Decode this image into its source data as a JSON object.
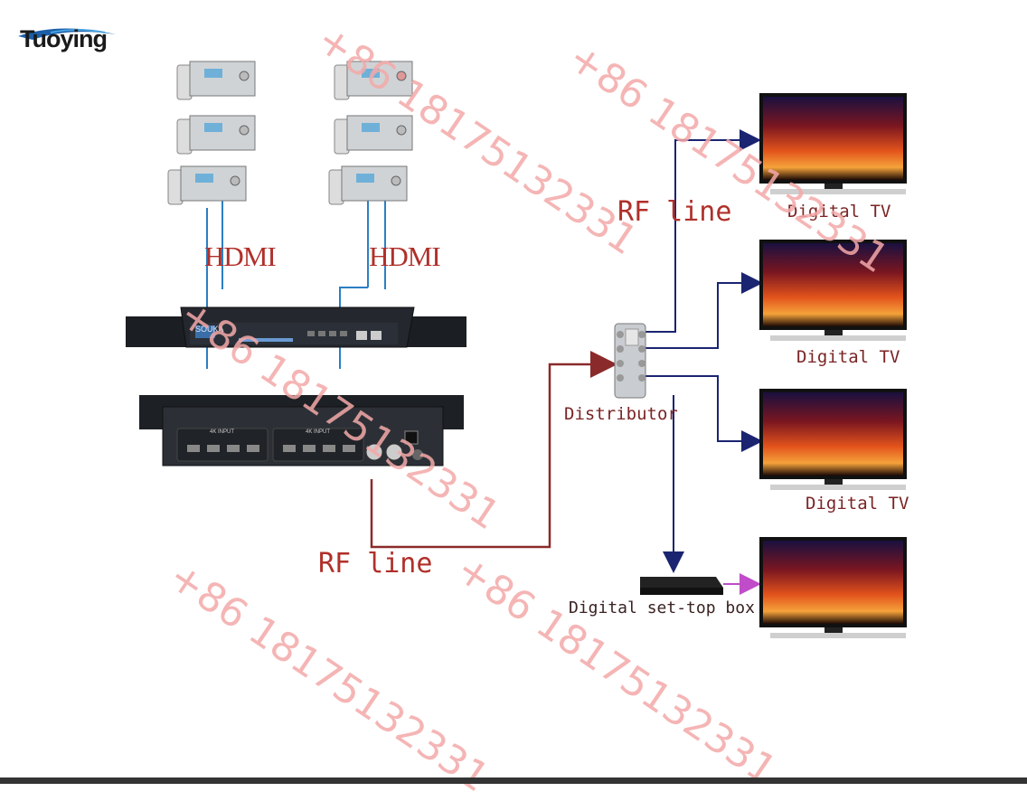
{
  "logo": {
    "text": "Tuoying",
    "color": "#1a5fa8"
  },
  "labels": {
    "hdmi_left": "HDMI",
    "hdmi_right": "HDMI",
    "rf_line_top": "RF line",
    "rf_line_bottom": "RF line",
    "distributor": "Distributor",
    "tv_1": "Digital TV",
    "tv_2": "Digital TV",
    "tv_3": "Digital TV",
    "set_top_box": "Digital set-top box"
  },
  "watermark": {
    "text": "+86 18175132331",
    "color": "#f4a9a9"
  },
  "encoder_panel": {
    "brand": "SOUKA",
    "ports_left": "4K INPUT",
    "ports_right": "4K INPUT"
  },
  "colors": {
    "rf_line": "#8b2a2a",
    "tv_arrow": "#1a2470",
    "hdmi_line": "#2b7fc4",
    "stb_arrow": "#c04cc9"
  },
  "icons": [
    "set-top-box-icon",
    "encoder-device-icon",
    "distributor-icon",
    "tv-icon",
    "stb-device-icon"
  ]
}
